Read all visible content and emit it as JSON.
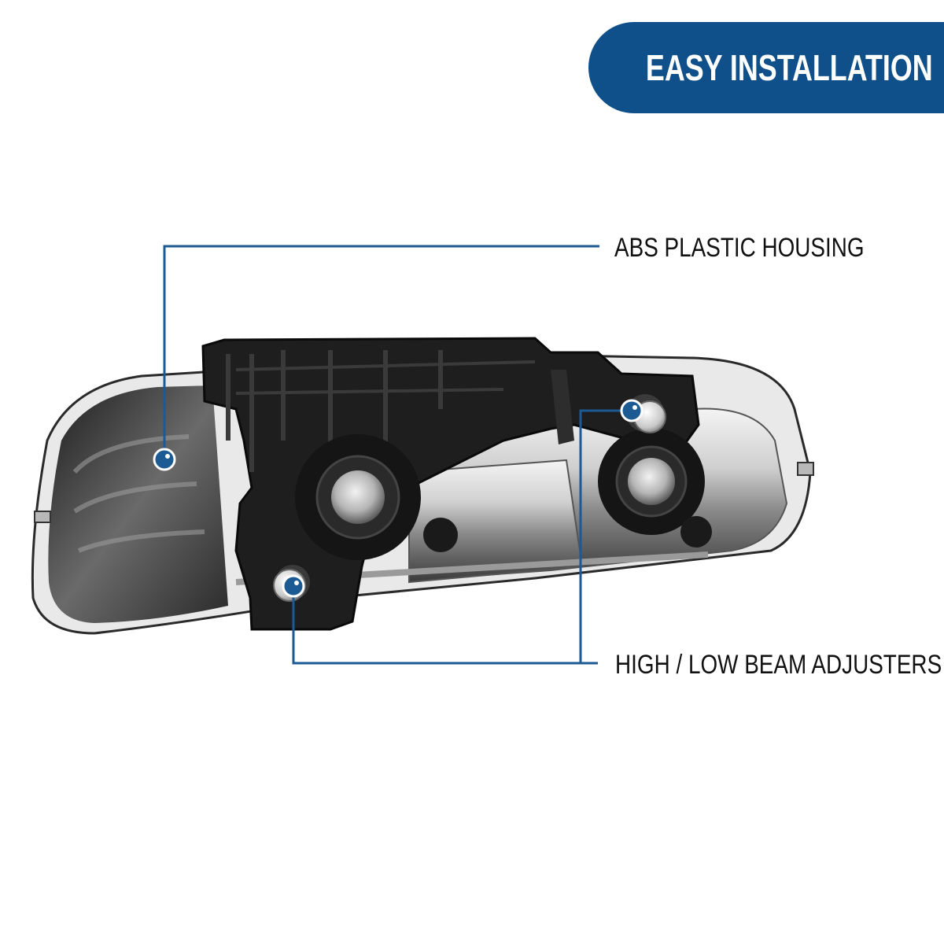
{
  "banner": {
    "title": "EASY INSTALLATION"
  },
  "callouts": {
    "housing": {
      "label": "ABS PLASTIC HOUSING"
    },
    "adjusters": {
      "label": "HIGH / LOW BEAM ADJUSTERS"
    }
  },
  "product": {
    "image": "headlight-rear-view-illustration"
  },
  "colors": {
    "accent": "#0f4f8a",
    "marker": "#1b5a93",
    "text": "#111111"
  }
}
